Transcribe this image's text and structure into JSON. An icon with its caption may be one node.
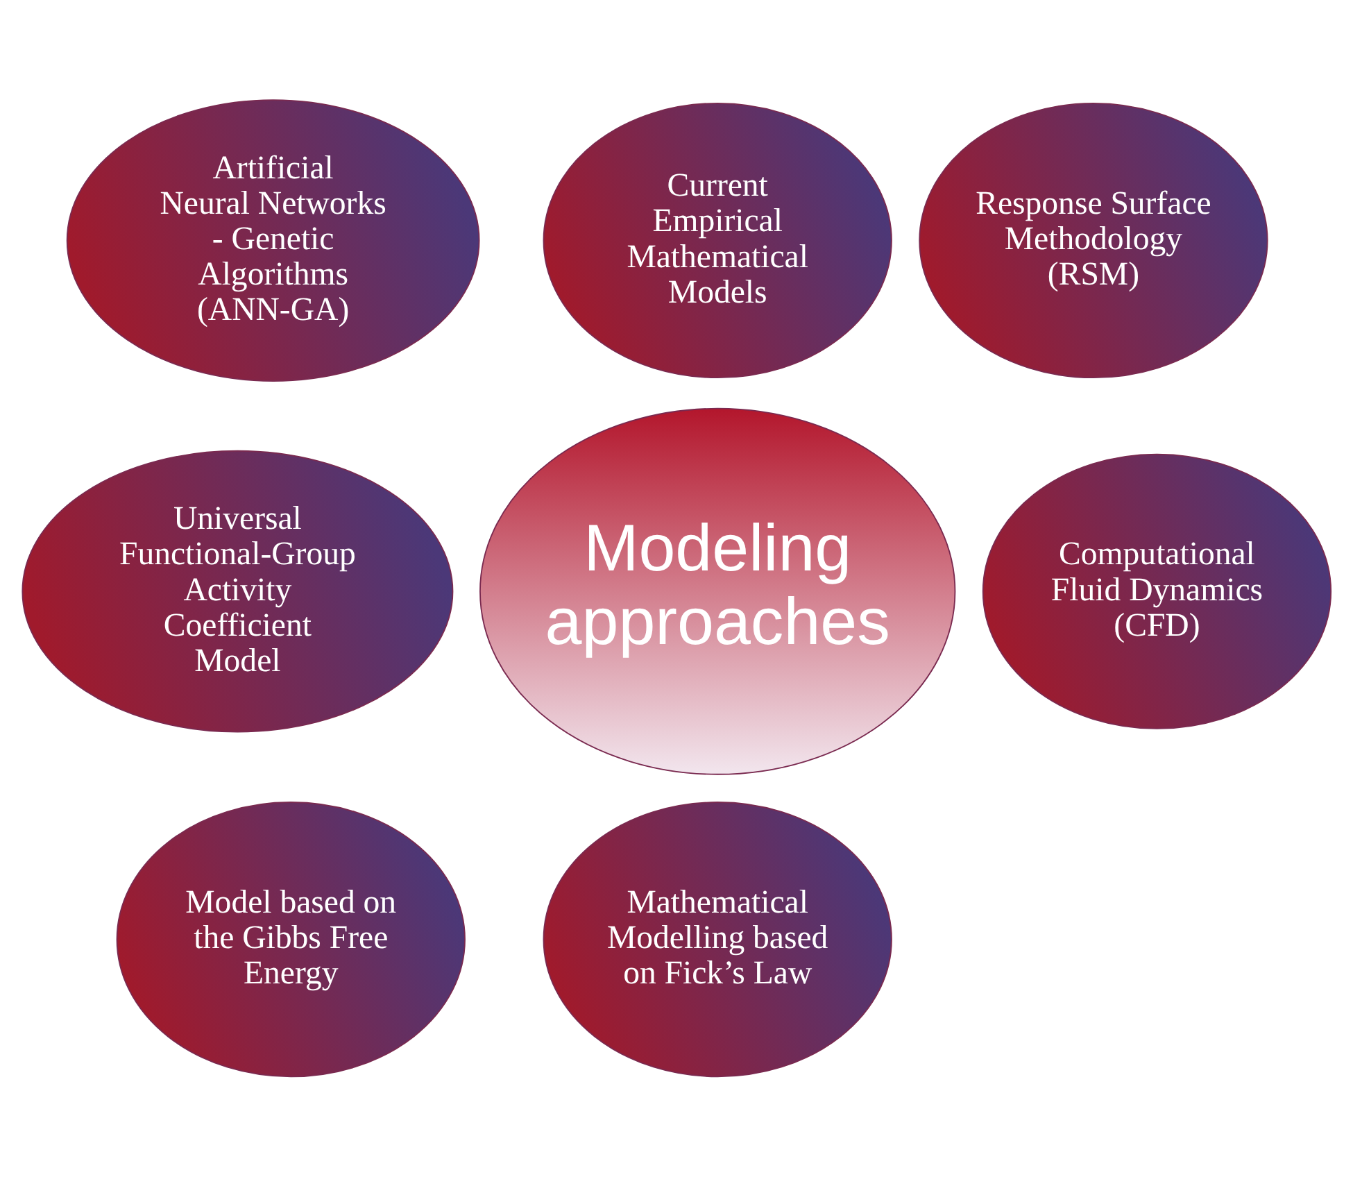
{
  "diagram": {
    "nodes": [
      {
        "text": [
          "Modeling approaches"
        ]
      },
      {
        "text": [
          "Current Empirical Mathematical Models"
        ]
      },
      {
        "text": [
          "Response Surface Methodology (RSM)"
        ]
      },
      {
        "text": [
          "Computational Fluid Dynamics (CFD)"
        ]
      },
      {
        "text": [
          "Mathematical Modelling based on Fick’s Law"
        ]
      },
      {
        "text": [
          "Model based on the Gibbs Free Energy"
        ]
      },
      {
        "text": [
          "Universal Functional-Group Activity Coefficient Model"
        ]
      },
      {
        "text": [
          "Artificial Neural Networks - Genetic Algorithms (ANN-GA)"
        ]
      }
    ],
    "edges": []
  }
}
